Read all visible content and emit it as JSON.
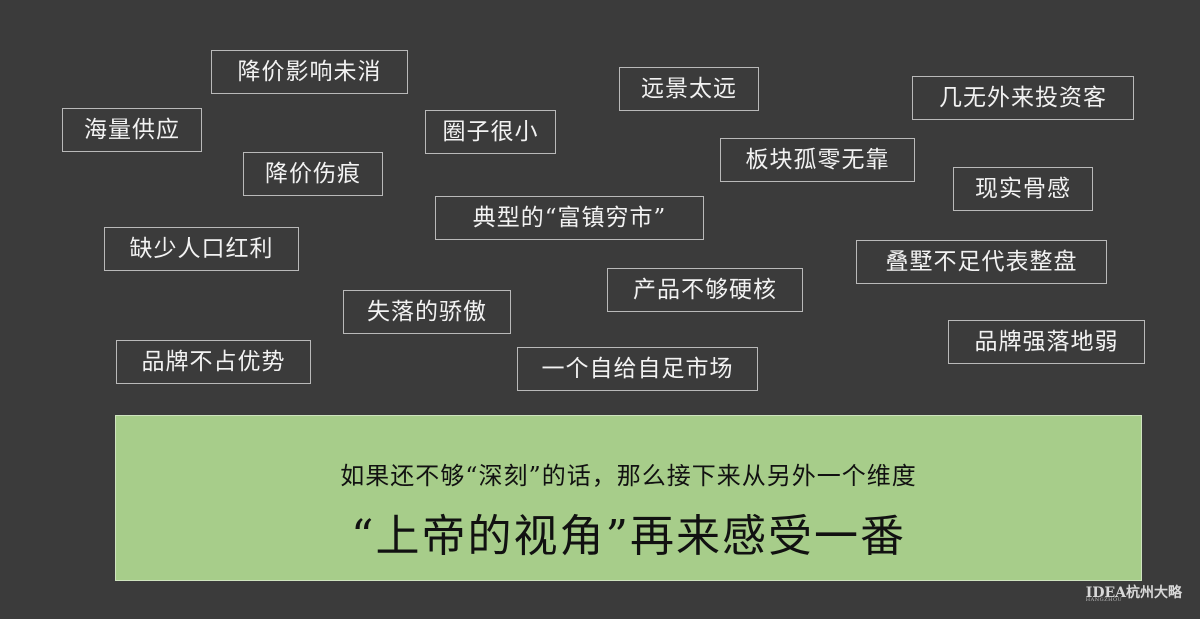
{
  "tags": [
    "降价影响未消",
    "远景太远",
    "几无外来投资客",
    "海量供应",
    "圈子很小",
    "板块孤零无靠",
    "降价伤痕",
    "现实骨感",
    "典型的“富镇穷市”",
    "缺少人口红利",
    "叠墅不足代表整盘",
    "产品不够硬核",
    "失落的骄傲",
    "品牌强落地弱",
    "品牌不占优势",
    "一个自给自足市场"
  ],
  "banner": {
    "line1": "如果还不够“深刻”的话，那么接下来从另外一个维度",
    "line2": "“上帝的视角”再来感受一番"
  },
  "logo": {
    "text": "IDEA杭州大略",
    "small": "HANGZHOU"
  }
}
